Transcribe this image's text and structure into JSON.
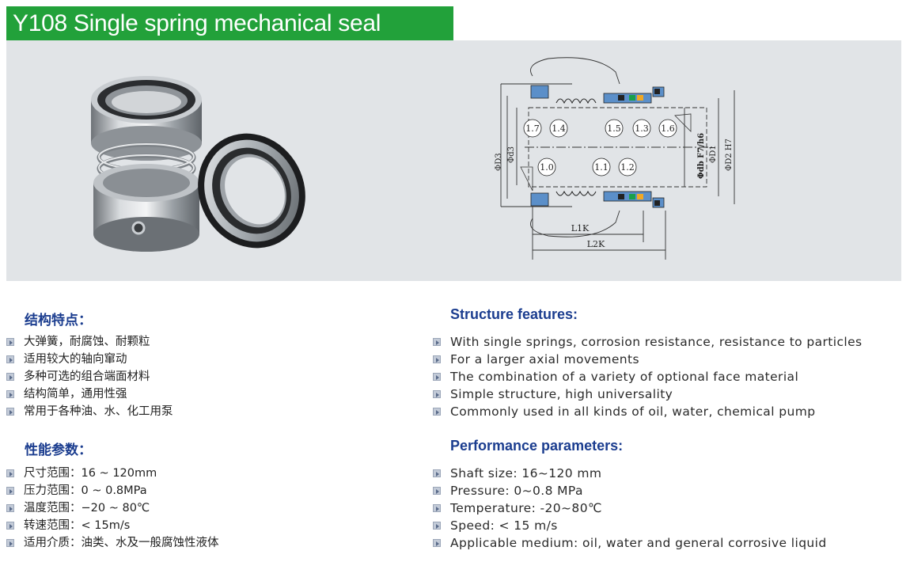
{
  "title": "Y108 Single spring mechanical seal",
  "diagram": {
    "part_labels": [
      "1.7",
      "1.4",
      "1.5",
      "1.3",
      "1.6",
      "1.0",
      "1.1",
      "1.2"
    ],
    "dim_labels": {
      "D3": "ΦD3",
      "d3": "Φd3",
      "db": "Φdb F7/h6",
      "D1": "ΦD1",
      "D2": "ΦD2 H7",
      "L1K": "L1K",
      "L2K": "L2K"
    }
  },
  "cn": {
    "structure_heading": "结构特点：",
    "structure_items": [
      "大弹簧，耐腐蚀、耐颗粒",
      "适用较大的轴向窜动",
      "多种可选的组合端面材料",
      "结构简单，通用性强",
      "常用于各种油、水、化工用泵"
    ],
    "performance_heading": "性能参数：",
    "performance_items": [
      "尺寸范围：16 ~ 120mm",
      "压力范围：0 ~ 0.8MPa",
      "温度范围：−20 ~ 80℃",
      "转速范围：< 15m/s",
      "适用介质：油类、水及一般腐蚀性液体"
    ]
  },
  "en": {
    "structure_heading": "Structure features:",
    "structure_items": [
      "With single springs, corrosion resistance, resistance to particles",
      "For a larger axial movements",
      "The combination of a variety of optional face material",
      "Simple structure, high universality",
      "Commonly used in all kinds of oil, water, chemical pump"
    ],
    "performance_heading": "Performance parameters:",
    "performance_items": [
      "Shaft size: 16~120 mm",
      "Pressure: 0~0.8 MPa",
      "Temperature: -20~80℃",
      "Speed: < 15 m/s",
      "Applicable medium: oil, water and general corrosive liquid"
    ]
  }
}
